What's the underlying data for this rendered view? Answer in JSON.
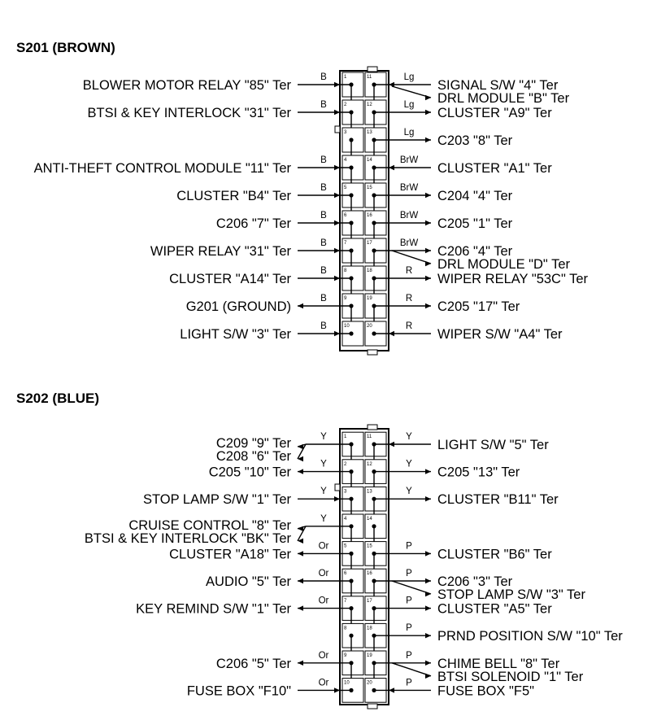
{
  "connectors": [
    {
      "id": "s201",
      "title": "S201 (BROWN)",
      "left": [
        {
          "text": "BLOWER MOTOR RELAY \"85\" Ter",
          "color": "B",
          "dir": "in"
        },
        {
          "text": "BTSI & KEY INTERLOCK \"31\" Ter",
          "color": "B",
          "dir": "in"
        },
        null,
        {
          "text": "ANTI-THEFT CONTROL MODULE \"11\" Ter",
          "color": "B",
          "dir": "in"
        },
        {
          "text": "CLUSTER \"B4\" Ter",
          "color": "B",
          "dir": "in"
        },
        {
          "text": "C206 \"7\" Ter",
          "color": "B",
          "dir": "in"
        },
        {
          "text": "WIPER RELAY \"31\" Ter",
          "color": "B",
          "dir": "in"
        },
        {
          "text": "CLUSTER \"A14\" Ter",
          "color": "B",
          "dir": "in"
        },
        {
          "text": "G201 (GROUND)",
          "color": "B",
          "dir": "out"
        },
        {
          "text": "LIGHT S/W \"3\" Ter",
          "color": "B",
          "dir": "in"
        }
      ],
      "right": [
        {
          "texts": [
            "SIGNAL S/W \"4\" Ter",
            "DRL MODULE \"B\" Ter"
          ],
          "color": "Lg",
          "dir": "in"
        },
        {
          "texts": [
            "CLUSTER \"A9\" Ter"
          ],
          "color": "Lg",
          "dir": "out"
        },
        {
          "texts": [
            "C203 \"8\" Ter"
          ],
          "color": "Lg",
          "dir": "out"
        },
        {
          "texts": [
            "CLUSTER \"A1\" Ter"
          ],
          "color": "BrW",
          "dir": "in"
        },
        {
          "texts": [
            "C204 \"4\" Ter"
          ],
          "color": "BrW",
          "dir": "out"
        },
        {
          "texts": [
            "C205 \"1\" Ter"
          ],
          "color": "BrW",
          "dir": "out"
        },
        {
          "texts": [
            "C206 \"4\" Ter",
            "DRL MODULE \"D\" Ter"
          ],
          "color": "BrW",
          "dir": "split"
        },
        {
          "texts": [
            "WIPER RELAY \"53C\" Ter"
          ],
          "color": "R",
          "dir": "out"
        },
        {
          "texts": [
            "C205 \"17\" Ter"
          ],
          "color": "R",
          "dir": "out"
        },
        {
          "texts": [
            "WIPER S/W \"A4\" Ter"
          ],
          "color": "R",
          "dir": "in"
        }
      ]
    },
    {
      "id": "s202",
      "title": "S202 (BLUE)",
      "left": [
        {
          "texts": [
            "C209 \"9\" Ter",
            "C208 \"6\" Ter"
          ],
          "color": "Y",
          "dir": "out2"
        },
        {
          "text": "C205 \"10\" Ter",
          "color": "Y",
          "dir": "out"
        },
        {
          "text": "STOP LAMP S/W \"1\" Ter",
          "color": "Y",
          "dir": "in"
        },
        {
          "texts": [
            "CRUISE CONTROL \"8\" Ter",
            "BTSI & KEY INTERLOCK \"BK\" Ter"
          ],
          "color": "Y",
          "dir": "out2"
        },
        {
          "text": "CLUSTER \"A18\" Ter",
          "color": "Or",
          "dir": "out"
        },
        {
          "text": "AUDIO \"5\" Ter",
          "color": "Or",
          "dir": "out"
        },
        {
          "text": "KEY REMIND S/W \"1\" Ter",
          "color": "Or",
          "dir": "out"
        },
        null,
        {
          "text": "C206 \"5\" Ter",
          "color": "Or",
          "dir": "out"
        },
        {
          "text": "FUSE BOX \"F10\"",
          "color": "Or",
          "dir": "in"
        }
      ],
      "right": [
        {
          "texts": [
            "LIGHT S/W \"5\" Ter"
          ],
          "color": "Y",
          "dir": "in"
        },
        {
          "texts": [
            "C205 \"13\" Ter"
          ],
          "color": "Y",
          "dir": "out"
        },
        {
          "texts": [
            "CLUSTER \"B11\" Ter"
          ],
          "color": "Y",
          "dir": "out"
        },
        null,
        {
          "texts": [
            "CLUSTER \"B6\" Ter"
          ],
          "color": "P",
          "dir": "out"
        },
        {
          "texts": [
            "C206 \"3\" Ter",
            "STOP LAMP S/W \"3\" Ter"
          ],
          "color": "P",
          "dir": "split"
        },
        {
          "texts": [
            "CLUSTER \"A5\" Ter"
          ],
          "color": "P",
          "dir": "out"
        },
        {
          "texts": [
            "PRND POSITION S/W \"10\" Ter"
          ],
          "color": "P",
          "dir": "out"
        },
        {
          "texts": [
            "CHIME BELL \"8\" Ter",
            "BTSI SOLENOID \"1\" Ter"
          ],
          "color": "P",
          "dir": "split"
        },
        {
          "texts": [
            "FUSE BOX \"F5\""
          ],
          "color": "P",
          "dir": "in"
        }
      ]
    }
  ]
}
